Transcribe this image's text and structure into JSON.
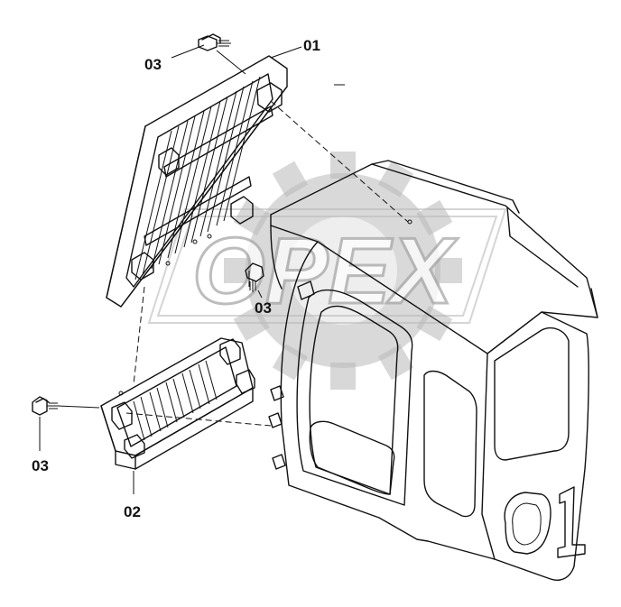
{
  "watermark": {
    "text": "OPEX"
  },
  "callouts": {
    "part_01": "01",
    "part_02": "02",
    "part_03_top": "03",
    "part_03_middle": "03",
    "part_03_left": "03"
  }
}
